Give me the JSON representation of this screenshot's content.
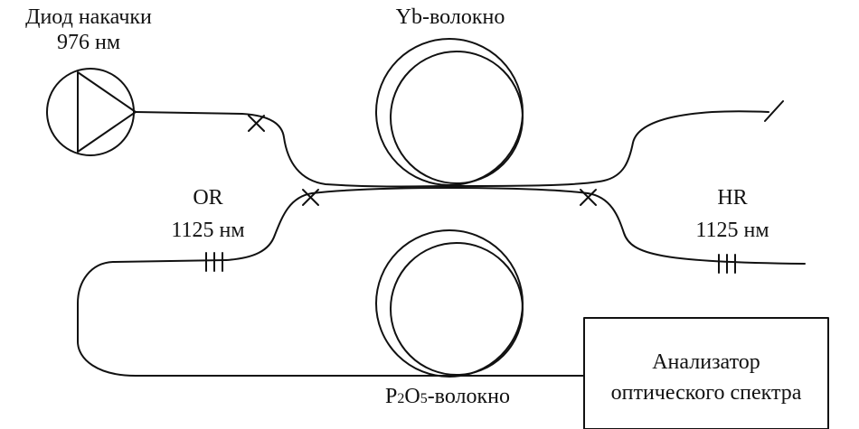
{
  "labels": {
    "pump_line1": "Диод накачки",
    "pump_line2": "976 нм",
    "yb_fiber": "Yb-волокно",
    "p2o5_fiber_p": "P",
    "p2o5_fiber_sub2": "2",
    "p2o5_fiber_o": "O",
    "p2o5_fiber_sub5": "5",
    "p2o5_fiber_rest": "-волокно",
    "or_line1": "OR",
    "or_line2": "1125 нм",
    "hr_line1": "HR",
    "hr_line2": "1125 нм",
    "analyzer_line1": "Анализатор",
    "analyzer_line2": "оптического спектра"
  },
  "colors": {
    "line": "#111111",
    "background": "#ffffff"
  }
}
